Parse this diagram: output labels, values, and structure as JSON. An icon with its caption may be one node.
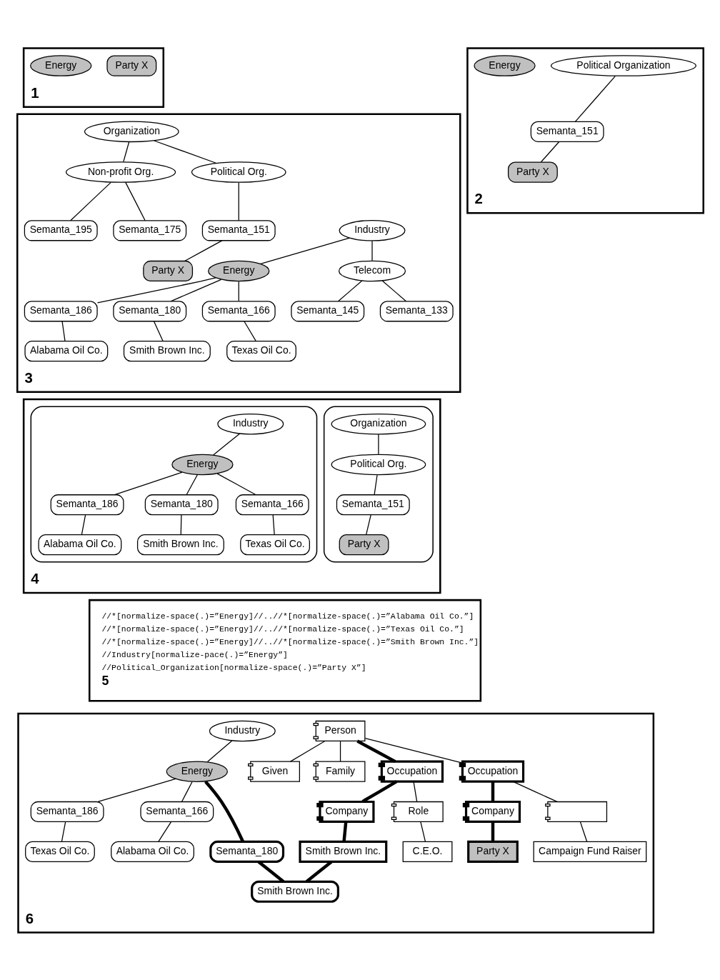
{
  "diagram": {
    "nodes": [
      {
        "text": [
          "1"
        ]
      },
      {
        "text": [
          "Party X"
        ],
        "in": 0
      },
      {
        "text": [
          "Energy"
        ],
        "in": 0
      },
      {
        "text": [
          "2"
        ]
      },
      {
        "text": [
          "Political Organization"
        ],
        "in": 3
      },
      {
        "text": [
          "Semanta_151"
        ],
        "in": 3
      },
      {
        "text": [
          "Energy"
        ],
        "in": 3
      },
      {
        "text": [
          "Party X"
        ],
        "in": 3
      },
      {
        "text": [
          "3"
        ]
      },
      {
        "text": [
          "Organization"
        ],
        "in": 8
      },
      {
        "text": [
          "Non-profit Org."
        ],
        "in": 8
      },
      {
        "text": [
          "Political Org."
        ],
        "in": 8
      },
      {
        "text": [
          "Semanta_175"
        ],
        "in": 8
      },
      {
        "text": [
          "Semanta_195"
        ],
        "in": 8
      },
      {
        "text": [
          "Semanta_151"
        ],
        "in": 8
      },
      {
        "text": [
          "Party X"
        ],
        "in": 8
      },
      {
        "text": [
          "Industry"
        ],
        "in": 8
      },
      {
        "text": [
          "Telecom"
        ],
        "in": 8
      },
      {
        "text": [
          "Energy"
        ],
        "in": 8
      },
      {
        "text": [
          "Semanta_186"
        ],
        "in": 8
      },
      {
        "text": [
          "Semanta_133"
        ],
        "in": 8
      },
      {
        "text": [
          "Semanta_180"
        ],
        "in": 8
      },
      {
        "text": [
          "Semanta_145"
        ],
        "in": 8
      },
      {
        "text": [
          "Alabama Oil Co."
        ],
        "in": 8
      },
      {
        "text": [
          "Semanta_166"
        ],
        "in": 8
      },
      {
        "text": [
          "Smith Brown Inc."
        ],
        "in": 8
      },
      {
        "text": [
          "Texas Oil Co."
        ],
        "in": 8
      },
      {
        "text": [
          "4"
        ]
      },
      {
        "text": [],
        "shape": "cloud",
        "in": 27
      },
      {
        "text": [
          "Organization"
        ],
        "in": 28
      },
      {
        "text": [
          "Political Org."
        ],
        "in": 28
      },
      {
        "text": [
          "Semanta_151"
        ],
        "in": 28
      },
      {
        "text": [
          "Party X"
        ],
        "in": 28
      },
      {
        "text": [],
        "shape": "cloud",
        "in": 27
      },
      {
        "text": [
          "Industry"
        ],
        "in": 33
      },
      {
        "text": [
          "Energy"
        ],
        "in": 33
      },
      {
        "text": [
          "Semanta_186"
        ],
        "in": 33
      },
      {
        "text": [
          "Semanta_180"
        ],
        "in": 33
      },
      {
        "text": [
          "Semanta_166"
        ],
        "in": 33
      },
      {
        "text": [
          "Alabama Oil Co."
        ],
        "in": 33
      },
      {
        "text": [
          "Smith Brown Inc."
        ],
        "in": 33
      },
      {
        "text": [
          "Texas Oil Co."
        ],
        "in": 33
      },
      {
        "text": [
          "//*[normalize-space(.)=”Energy]//..//*[normalize-space(.)=”Alabama Oil Co.”]",
          "//*[normalize-space(.)=”Energy]//..//*[normalize-space(.)=”Texas Oil Co.”]",
          "//*[normalize-space(.)=”Energy]//..//*[normalize-space(.)=”Smith Brown Inc.”]",
          "//Industry[normalize-pace(.)=”Energy”]",
          "//Political_Organization[normalize-space(.)=”Party X”]",
          "5"
        ]
      },
      {
        "text": [
          "6"
        ]
      },
      {
        "text": [
          "Given"
        ],
        "in": 43
      },
      {
        "text": [
          "Person"
        ],
        "in": 43
      },
      {
        "text": [
          "Family"
        ],
        "in": 43
      },
      {
        "text": [
          "Company"
        ],
        "in": 43
      },
      {
        "text": [
          "Smith Brown Inc."
        ],
        "in": 43
      },
      {
        "text": [
          "Occupation"
        ],
        "in": 43
      },
      {
        "text": [
          "C.E.O."
        ],
        "in": 43
      },
      {
        "text": [
          "Role"
        ],
        "in": 43
      },
      {
        "text": [
          "Occupation"
        ],
        "in": 43
      },
      {
        "text": [
          "Company"
        ],
        "in": 43
      },
      {
        "text": [
          "Party X"
        ],
        "in": 43
      },
      {
        "text": [],
        "shape": "box",
        "in": 43
      },
      {
        "text": [
          "Campaign Fund Raiser"
        ],
        "in": 43
      },
      {
        "text": [
          "Industry"
        ],
        "in": 43
      },
      {
        "text": [
          "Energy"
        ],
        "in": 43
      },
      {
        "text": [
          "Semanta_186"
        ],
        "in": 43
      },
      {
        "text": [
          "Semanta_166"
        ],
        "in": 43
      },
      {
        "text": [
          "Texas Oil Co."
        ],
        "in": 43
      },
      {
        "text": [
          "Semanta_180"
        ],
        "in": 43
      },
      {
        "text": [
          "Alabama Oil Co."
        ],
        "in": 43
      },
      {
        "text": [
          "Smith Brown Inc."
        ],
        "in": 43
      }
    ],
    "edges": [
      {
        "from": 4,
        "to": 5,
        "arrow": "none"
      },
      {
        "from": 5,
        "to": 7,
        "arrow": "none"
      },
      {
        "from": 9,
        "to": 10,
        "arrow": "none"
      },
      {
        "from": 9,
        "to": 11,
        "arrow": "none"
      },
      {
        "from": 10,
        "to": 12,
        "arrow": "none"
      },
      {
        "from": 10,
        "to": 13,
        "arrow": "none"
      },
      {
        "from": 11,
        "to": 14,
        "arrow": "none"
      },
      {
        "from": 14,
        "to": 15,
        "arrow": "none"
      },
      {
        "from": 16,
        "to": 17,
        "arrow": "none"
      },
      {
        "from": 16,
        "to": 18,
        "arrow": "none"
      },
      {
        "from": 17,
        "to": 22,
        "arrow": "none"
      },
      {
        "from": 17,
        "to": 20,
        "arrow": "none"
      },
      {
        "from": 18,
        "to": 19,
        "arrow": "none"
      },
      {
        "from": 18,
        "to": 24,
        "arrow": "none"
      },
      {
        "from": 18,
        "to": 21,
        "arrow": "none"
      },
      {
        "from": 19,
        "to": 23,
        "arrow": "none"
      },
      {
        "from": 21,
        "to": 25,
        "arrow": "none"
      },
      {
        "from": 24,
        "to": 26,
        "arrow": "none"
      },
      {
        "from": 29,
        "to": 30,
        "arrow": "none"
      },
      {
        "from": 30,
        "to": 31,
        "arrow": "none"
      },
      {
        "from": 31,
        "to": 32,
        "arrow": "none"
      },
      {
        "from": 34,
        "to": 35,
        "arrow": "none"
      },
      {
        "from": 35,
        "to": 36,
        "arrow": "none"
      },
      {
        "from": 35,
        "to": 38,
        "arrow": "none"
      },
      {
        "from": 35,
        "to": 37,
        "arrow": "none"
      },
      {
        "from": 36,
        "to": 39,
        "arrow": "none"
      },
      {
        "from": 37,
        "to": 40,
        "arrow": "none"
      },
      {
        "from": 38,
        "to": 41,
        "arrow": "none"
      },
      {
        "from": 45,
        "to": 44,
        "arrow": "none"
      },
      {
        "from": 45,
        "to": 46,
        "arrow": "none"
      },
      {
        "from": 45,
        "to": 49,
        "arrow": "none",
        "style": "thick"
      },
      {
        "from": 45,
        "to": 52,
        "arrow": "none"
      },
      {
        "from": 49,
        "to": 47,
        "arrow": "none",
        "style": "thick"
      },
      {
        "from": 49,
        "to": 51,
        "arrow": "none"
      },
      {
        "from": 47,
        "to": 48,
        "arrow": "none",
        "style": "thick"
      },
      {
        "from": 51,
        "to": 50,
        "arrow": "none"
      },
      {
        "from": 52,
        "to": 53,
        "arrow": "none",
        "style": "thick"
      },
      {
        "from": 53,
        "to": 54,
        "arrow": "none",
        "style": "thick"
      },
      {
        "from": 52,
        "to": 55,
        "arrow": "none"
      },
      {
        "from": 55,
        "to": 56,
        "arrow": "none"
      },
      {
        "from": 48,
        "to": 64,
        "arrow": "none",
        "style": "thick"
      },
      {
        "from": 57,
        "to": 58,
        "arrow": "none"
      },
      {
        "from": 58,
        "to": 59,
        "arrow": "none"
      },
      {
        "from": 58,
        "to": 62,
        "arrow": "none",
        "style": "thick"
      },
      {
        "from": 58,
        "to": 60,
        "arrow": "none"
      },
      {
        "from": 62,
        "to": 64,
        "arrow": "none",
        "style": "thick"
      },
      {
        "from": 60,
        "to": 63,
        "arrow": "none"
      },
      {
        "from": 59,
        "to": 61,
        "arrow": "none"
      }
    ]
  }
}
